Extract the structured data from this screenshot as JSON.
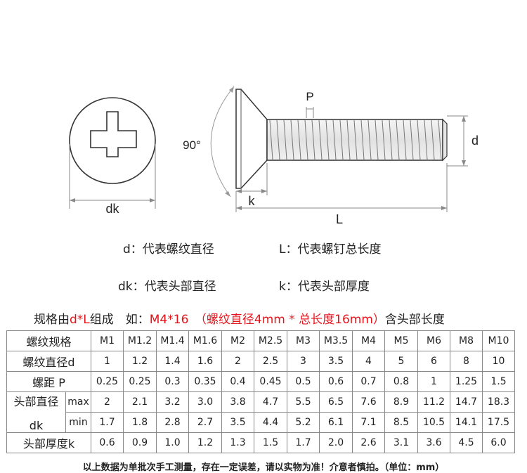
{
  "drawing": {
    "label_dk": "dk",
    "label_p": "P",
    "label_90": "90°",
    "label_d": "d",
    "label_k": "k",
    "label_l": "L"
  },
  "legend": {
    "d": "d：代表螺纹直径",
    "L": "L：代表螺钉总长度",
    "dk": "dk：代表头部直径",
    "k": "k：代表头部厚度"
  },
  "formula": {
    "prefix": "规格由",
    "red1": "d*L",
    "mid": "组成　如：",
    "red2": "M4*16　（螺纹直径4mm * 总长度16mm）",
    "suffix": "含头部长度"
  },
  "table": {
    "sizes_label": "螺纹规格",
    "sizes": [
      "M1",
      "M1.2",
      "M1.4",
      "M1.6",
      "M2",
      "M2.5",
      "M3",
      "M3.5",
      "M4",
      "M5",
      "M6",
      "M8",
      "M10"
    ],
    "d_label": "螺纹直径d",
    "d": [
      "1",
      "1.2",
      "1.4",
      "1.6",
      "2",
      "2.5",
      "3",
      "3.5",
      "4",
      "5",
      "6",
      "8",
      "10"
    ],
    "p_label": "螺距 P",
    "p": [
      "0.25",
      "0.25",
      "0.3",
      "0.35",
      "0.4",
      "0.45",
      "0.5",
      "0.6",
      "0.7",
      "0.8",
      "1",
      "1.25",
      "1.5"
    ],
    "dk_label_1": "头部直径",
    "dk_label_2": "dk",
    "max_label": "max",
    "dk_max": [
      "2",
      "2.1",
      "3.2",
      "3.0",
      "3.8",
      "4.7",
      "5.5",
      "6.5",
      "7.6",
      "8.9",
      "11.2",
      "14.7",
      "18.3"
    ],
    "min_label": "min",
    "dk_min": [
      "1.7",
      "1.8",
      "2.8",
      "2.7",
      "3.5",
      "4.4",
      "5.2",
      "6.1",
      "7.1",
      "8.5",
      "10.5",
      "14.1",
      "17.5"
    ],
    "k_label": "头部厚度k",
    "k": [
      "0.6",
      "0.9",
      "1.0",
      "1.2",
      "1.3",
      "1.5",
      "1.7",
      "2.0",
      "2.6",
      "3.1",
      "3.6",
      "4.5",
      "6.0"
    ]
  },
  "footnote": "以上数据为单批次手工测量，存在一定误差，请以实物为准！介意者慎拍。（单位：mm）"
}
